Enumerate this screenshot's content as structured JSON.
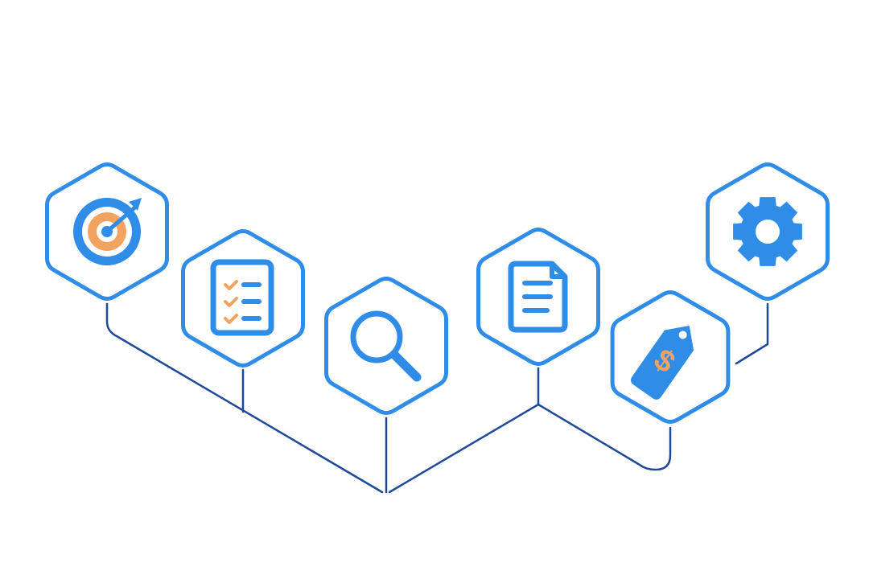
{
  "colors": {
    "hexagon_stroke": "#2f8de8",
    "hexagon_fill": "#ffffff",
    "icon_blue": "#2f8de8",
    "icon_orange": "#f2a360",
    "connector": "#1e4a9c",
    "background": "#ffffff"
  },
  "nodes": [
    {
      "id": "target",
      "icon": "target-icon"
    },
    {
      "id": "checklist",
      "icon": "checklist-icon"
    },
    {
      "id": "search",
      "icon": "magnifier-icon"
    },
    {
      "id": "document",
      "icon": "document-icon"
    },
    {
      "id": "price-tag",
      "icon": "price-tag-icon",
      "glyph": "$"
    },
    {
      "id": "settings",
      "icon": "gear-icon"
    }
  ]
}
